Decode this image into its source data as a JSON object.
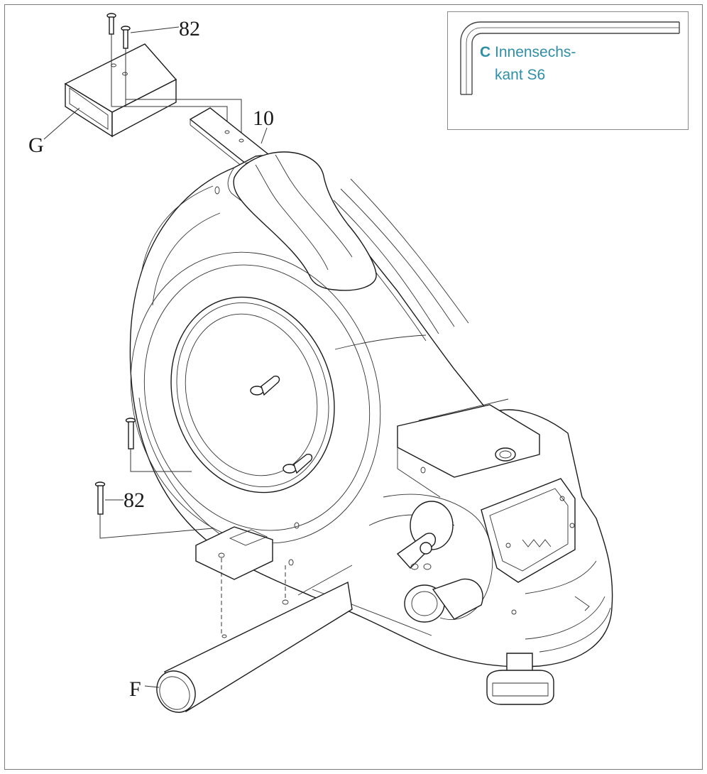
{
  "labels": {
    "part_82_top": "82",
    "part_10": "10",
    "part_g": "G",
    "part_82_left": "82",
    "part_f": "F"
  },
  "tool": {
    "letter": "C",
    "name_line1": "Innensechs-",
    "name_line2": "kant S6"
  },
  "colors": {
    "tool_text": "#2f8fa8",
    "line": "#1a1a1a",
    "frame": "#7a7a7a"
  }
}
